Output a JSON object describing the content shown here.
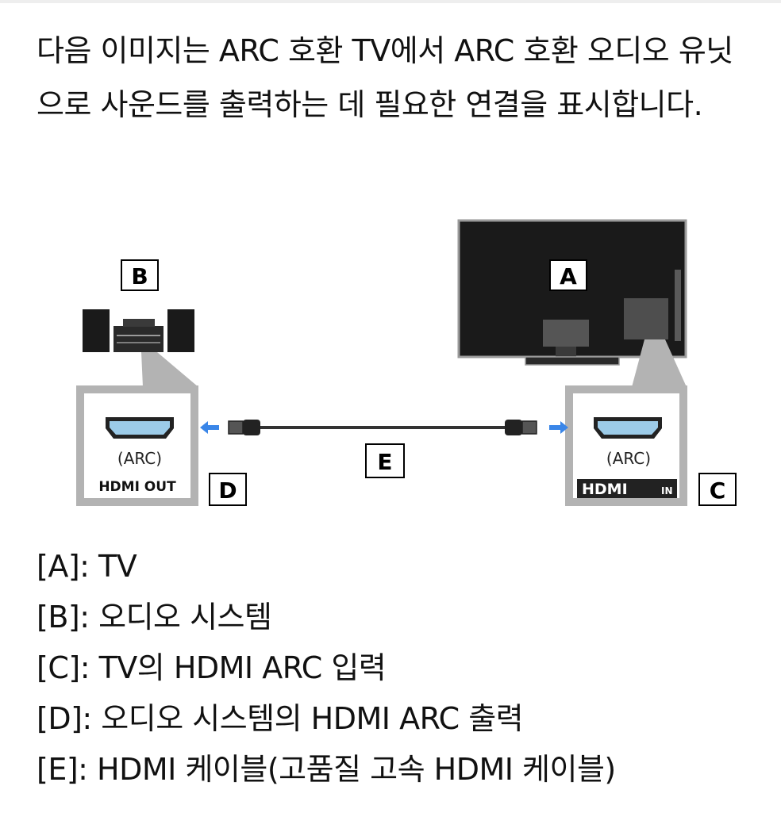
{
  "intro": "다음 이미지는 ARC 호환 TV에서 ARC 호환 오디오 유닛으로 사운드를 출력하는 데 필요한 연결을 표시합니다.",
  "diagram": {
    "labels": {
      "a": "A",
      "b": "B",
      "c": "C",
      "d": "D",
      "e": "E"
    },
    "left_port": {
      "arc_label": "(ARC)",
      "name": "HDMI OUT"
    },
    "right_port": {
      "arc_label": "(ARC)",
      "hdmi_logo": "HDMI",
      "hdmi_suffix": "IN"
    },
    "colors": {
      "panel_gray": "#b3b3b3",
      "device_dark": "#1a1a1a",
      "port_blue": "#9ccbe8",
      "arrow_blue": "#3a86e8",
      "cable": "#333333"
    },
    "icons": [
      "tv-icon",
      "audio-system-icon",
      "hdmi-port-icon",
      "hdmi-cable-icon",
      "arrow-left-icon",
      "arrow-right-icon"
    ]
  },
  "legend": [
    {
      "key": "[A]",
      "text": ": TV"
    },
    {
      "key": "[B]",
      "text": ": 오디오 시스템"
    },
    {
      "key": "[C]",
      "text": ": TV의 HDMI ARC 입력"
    },
    {
      "key": "[D]",
      "text": ": 오디오 시스템의 HDMI ARC 출력"
    },
    {
      "key": "[E]",
      "text": ": HDMI 케이블(고품질 고속 HDMI 케이블)"
    }
  ]
}
